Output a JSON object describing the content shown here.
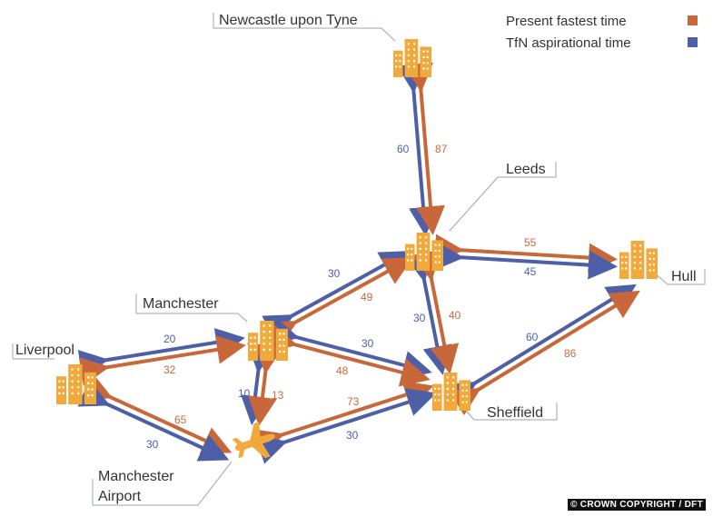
{
  "legend": {
    "items": [
      {
        "label": "Present fastest time",
        "color": "#c8683a"
      },
      {
        "label": "TfN aspirational time",
        "color": "#4d5fa6"
      }
    ]
  },
  "nodes": [
    {
      "id": "newcastle",
      "label": "Newcastle upon Tyne",
      "icon": "city-buildings-icon"
    },
    {
      "id": "leeds",
      "label": "Leeds",
      "icon": "city-buildings-icon"
    },
    {
      "id": "hull",
      "label": "Hull",
      "icon": "city-buildings-icon"
    },
    {
      "id": "manchester",
      "label": "Manchester",
      "icon": "city-buildings-icon"
    },
    {
      "id": "liverpool",
      "label": "Liverpool",
      "icon": "city-buildings-icon"
    },
    {
      "id": "sheffield",
      "label": "Sheffield",
      "icon": "city-buildings-icon"
    },
    {
      "id": "airport",
      "label_lines": [
        "Manchester",
        "Airport"
      ],
      "icon": "airplane-icon"
    }
  ],
  "links": [
    {
      "from": "newcastle",
      "to": "leeds",
      "aspirational": "60",
      "present": "87"
    },
    {
      "from": "leeds",
      "to": "hull",
      "aspirational": "45",
      "present": "55"
    },
    {
      "from": "manchester",
      "to": "leeds",
      "aspirational": "30",
      "present": "49"
    },
    {
      "from": "leeds",
      "to": "sheffield",
      "aspirational": "30",
      "present": "40"
    },
    {
      "from": "sheffield",
      "to": "hull",
      "aspirational": "60",
      "present": "86"
    },
    {
      "from": "liverpool",
      "to": "manchester",
      "aspirational": "20",
      "present": "32"
    },
    {
      "from": "manchester",
      "to": "sheffield",
      "aspirational": "30",
      "present": "48"
    },
    {
      "from": "manchester",
      "to": "airport",
      "aspirational": "10",
      "present": "13"
    },
    {
      "from": "liverpool",
      "to": "airport",
      "aspirational": "30",
      "present": "65"
    },
    {
      "from": "airport",
      "to": "sheffield",
      "aspirational": "30",
      "present": "73"
    }
  ],
  "colors": {
    "present": "#c8683a",
    "aspirational": "#4d5fa6",
    "icon": "#f2a93b",
    "leader": "#9aa3b8"
  },
  "copyright": "© CROWN COPYRIGHT / DFT"
}
